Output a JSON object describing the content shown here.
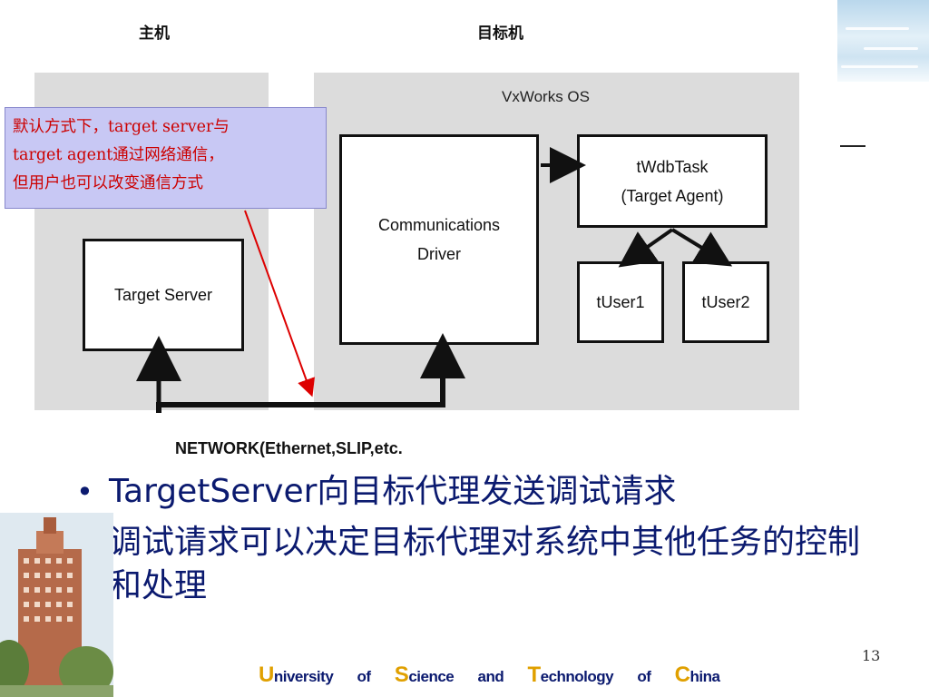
{
  "diagram": {
    "host_label": "主机",
    "target_label": "目标机",
    "os_label": "VxWorks OS",
    "boxes": {
      "target_server": "Target Server",
      "comm_driver": "Communications\nDriver",
      "twdbtask": "tWdbTask\n(Target Agent)",
      "tuser1": "tUser1",
      "tuser2": "tUser2"
    },
    "network_label": "NETWORK(Ethernet,SLIP,etc."
  },
  "callout": {
    "lines": [
      "默认方式下，target server与",
      "target agent通过网络通信，",
      "但用户也可以改变通信方式"
    ]
  },
  "bullets": [
    {
      "text": "TargetServer向目标代理发送调试请求"
    },
    {
      "text": "调试请求可以决定目标代理对系统中其他任务的控制和处理"
    }
  ],
  "bullet_symbol": "•",
  "page_number": "13",
  "footer": {
    "words": [
      {
        "cap": "U",
        "rest": "niversity"
      },
      {
        "cap": "",
        "rest": "of"
      },
      {
        "cap": "S",
        "rest": "cience"
      },
      {
        "cap": "",
        "rest": "and"
      },
      {
        "cap": "T",
        "rest": "echnology"
      },
      {
        "cap": "",
        "rest": "of"
      },
      {
        "cap": "C",
        "rest": "hina"
      }
    ]
  },
  "colors": {
    "bullet_text": "#0b1a6f",
    "callout_text": "#cc0000",
    "callout_bg": "#c8c8f4",
    "footer_cap": "#e0a000",
    "arrow_red": "#dd0000"
  }
}
